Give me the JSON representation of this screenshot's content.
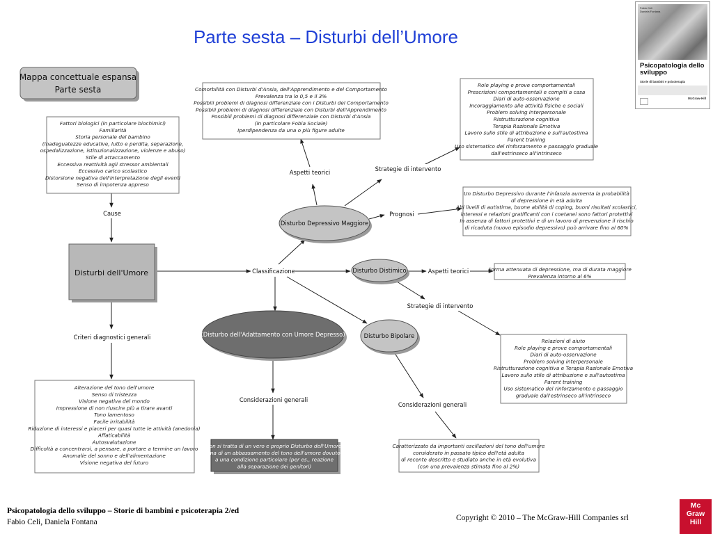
{
  "title": "Parte sesta – Disturbi dell’Umore",
  "header_box": {
    "line1": "Mappa concettuale espansa",
    "line2": "Parte sesta"
  },
  "nodes": {
    "disturbi_umore": "Disturbi dell'Umore",
    "disturbo_depressivo": "Disturbo Depressivo Maggiore",
    "disturbo_distimico": "Disturbo Distimico",
    "disturbo_bipolare": "Disturbo Bipolare",
    "disturbo_adattamento": "(Disturbo dell'Adattamento con Umore Depresso)"
  },
  "labels": {
    "cause": "Cause",
    "criteri": "Criteri diagnostici generali",
    "classificazione": "Classificazione",
    "aspetti_teorici_dep": "Aspetti teorici",
    "strategie_dep": "Strategie di intervento",
    "prognosi": "Prognosi",
    "aspetti_teorici_dist": "Aspetti teorici",
    "strategie_dist": "Strategie di intervento",
    "considerazioni_adatt": "Considerazioni generali",
    "considerazioni_bip": "Considerazioni generali"
  },
  "boxes": {
    "cause": [
      "Fattori biologici (in particolare biochimici)",
      "Familiarità",
      "Storia personale del bambino",
      "(inadeguatezze educative, lutto e perdita, separazione,",
      "ospedalizzazione, istituzionalizzazione, violenze e abuso)",
      "Stile di attaccamento",
      "Eccessiva reattività agli stressor ambientali",
      "Eccessivo carico scolastico",
      "Distorsione negativa dell'interpretazione degli eventi",
      "Senso di impotenza appreso"
    ],
    "aspetti_dep": [
      "Comorbilità con Disturbi d'Ansia, dell'Apprendimento e del Comportamento",
      "Prevalenza tra lo 0,5 e il 3%",
      "Possibili problemi di diagnosi differenziale con i Disturbi del Comportamento",
      "Possibili problemi di diagnosi differenziale con Disturbi dell'Apprendimento",
      "Possibili problemi di diagnosi differenziale con Disturbi d'Ansia",
      "(in particolare Fobia Sociale)",
      "Iperdipendenza da una o più figure adulte"
    ],
    "strategie_dep": [
      "Role playing e prove comportamentali",
      "Prescrizioni comportamentali e compiti a casa",
      "Diari di auto-osservazione",
      "Incoraggiamento alle attività fisiche e sociali",
      "Problem solving interpersonale",
      "Ristrutturazione cognitiva",
      "Terapia Razionale Emotiva",
      "Lavoro sullo stile di attribuzione e sull'autostima",
      "Parent training",
      "Uso sistematico del rinforzamento e passaggio graduale",
      "dall'estrinseco all'intrinseco"
    ],
    "prognosi": [
      "Un Disturbo Depressivo durante l'infanzia aumenta la probabilità",
      "di depressione in età adulta",
      "Alti livelli di autistima, buone abilità di coping, buoni risultati scolastici,",
      "interessi e relazioni gratificanti con i coetanei sono fattori protettivi",
      "In assenza di fattori protettivi e di un lavoro di prevenzione il rischio",
      "di ricaduta (nuovo episodio depressivo) può arrivare fino al 60%"
    ],
    "aspetti_dist": [
      "Forma attenuata di depressione, ma di durata maggiore",
      "Prevalenza intorno al 6%"
    ],
    "strategie_dist": [
      "Relazioni di aiuto",
      "Role playing e prove comportamentali",
      "Diari di auto-osservazione",
      "Problem solving interpersonale",
      "Ristrutturazione cognitiva e Terapia Razionale Emotiva",
      "Lavoro sullo stile di attribuzione e sull'autostima",
      "Parent training",
      "Uso sistematico del rinforzamento e passaggio",
      "graduale dall'estrinseco all'intrinseco"
    ],
    "criteri": [
      "Alterazione del tono dell'umore",
      "Senso di tristezza",
      "Visione negativa del mondo",
      "Impressione di non riuscire più a tirare avanti",
      "Tono lamentoso",
      "Facile irritabilità",
      "Riduzione di interessi e piaceri per quasi tutte le attività (anedonia)",
      "Affaticabilità",
      "Autosvalutazione",
      "Difficoltà a concentrarsi, a pensare, a portare a termine un lavoro",
      "Anomalie del sonno e dell'alimentazione",
      "Visione negativa del futuro"
    ],
    "adattamento": [
      "Non si tratta di un vero e proprio Disturbo dell'Umore,",
      "ma di un abbassamento del tono dell'umore dovuto",
      "a una condizione particolare (per es., reazione",
      "alla separazione dei genitori)"
    ],
    "bipolare": [
      "Caratterizzato da importanti oscillazioni del tono dell'umore",
      "considerato in passato tipico dell'età adulta",
      "di recente descritto e studiato anche in età evolutiva",
      "(con una prevalenza stimata fino al 2%)"
    ]
  },
  "cover": {
    "authors": [
      "Fabio Celi",
      "Daniela Fontana"
    ],
    "title": "Psicopatologia dello sviluppo",
    "subtitle": "Storie di bambini e psicoterapia",
    "publisher": "McGraw-Hill"
  },
  "footer": {
    "book": "Psicopatologia dello sviluppo – Storie di bambini e psicoterapia 2/ed",
    "authors": "Fabio Celi, Daniela Fontana",
    "copyright": "Copyright © 2010 – The McGraw-Hill Companies srl"
  },
  "logo": {
    "lines": [
      "Mc",
      "Graw",
      "Hill"
    ]
  }
}
